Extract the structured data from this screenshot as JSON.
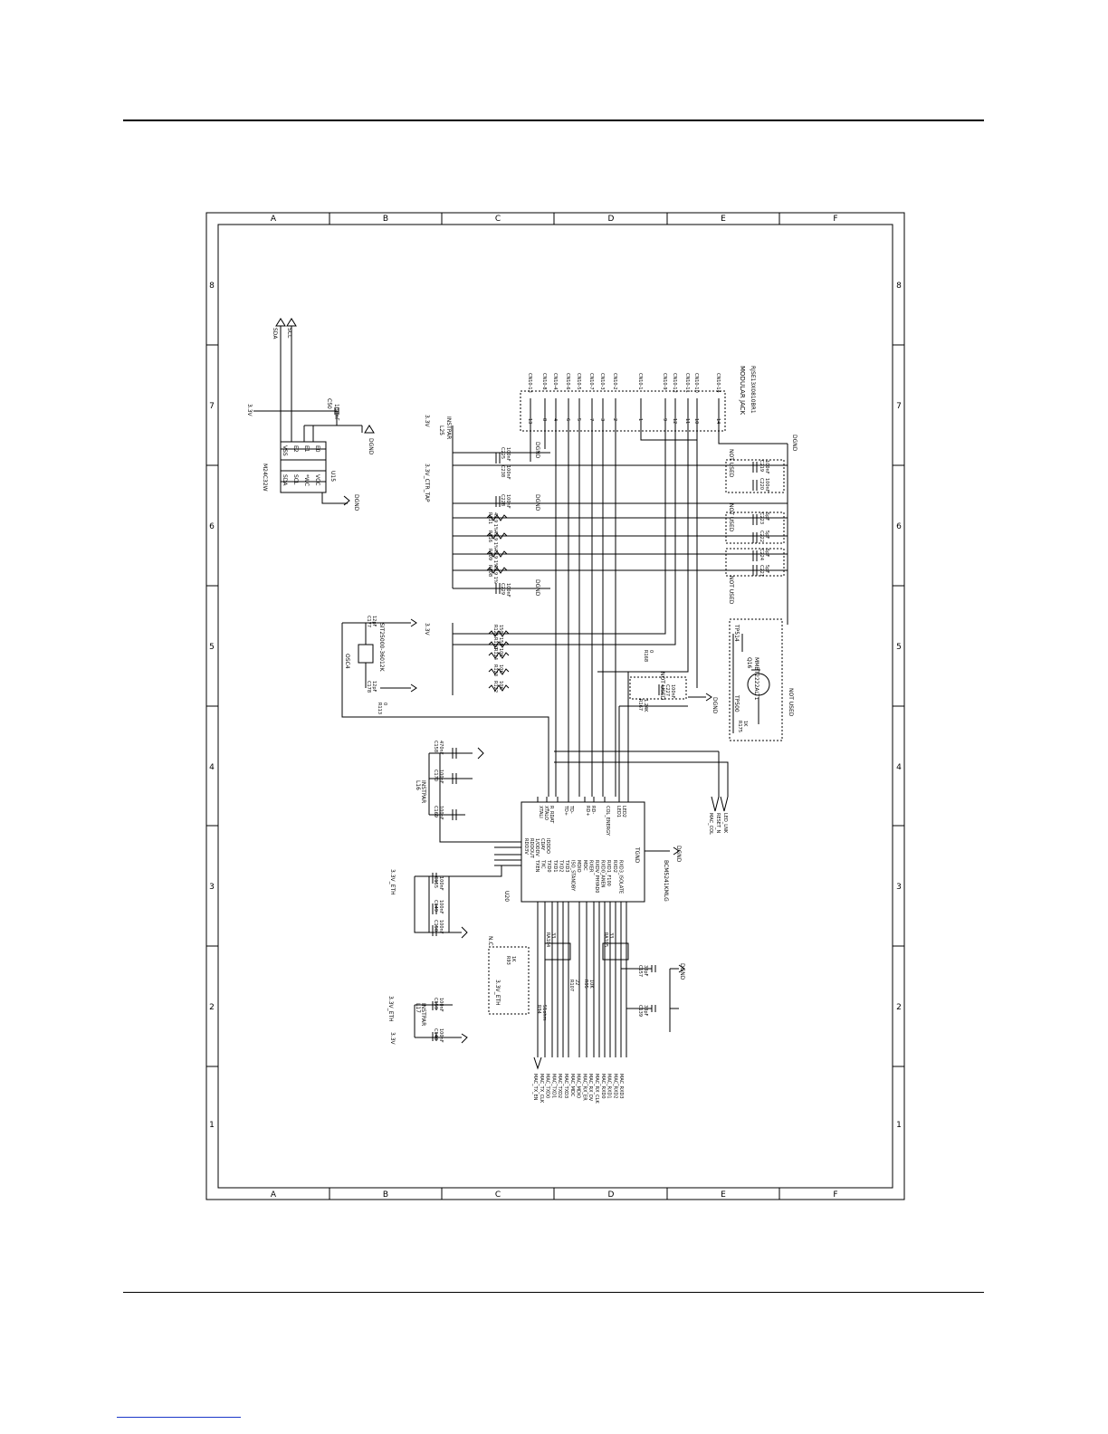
{
  "page": {
    "frame_cols": [
      "A",
      "B",
      "C",
      "D",
      "E",
      "F"
    ],
    "frame_rows": [
      "8",
      "7",
      "6",
      "5",
      "4",
      "3",
      "2",
      "1"
    ]
  },
  "chips": {
    "eeprom": {
      "ref": "U15",
      "part": "M24C32W",
      "pins": [
        {
          "num": "4",
          "name": "VSS"
        },
        {
          "num": "3",
          "name": "E2"
        },
        {
          "num": "2",
          "name": "E1"
        },
        {
          "num": "1",
          "name": "E0"
        },
        {
          "num": "5",
          "name": "SDA"
        },
        {
          "num": "6",
          "name": "SCL"
        },
        {
          "num": "7",
          "name": "*WC"
        },
        {
          "num": "8",
          "name": "VCC"
        }
      ],
      "nets": [
        "SDA",
        "SCL",
        "3.3V",
        "DGND",
        "DGND"
      ],
      "cap": {
        "ref": "C50",
        "value": "100nF"
      }
    },
    "phy": {
      "ref": "U20",
      "part": "BCM5241KMLG",
      "pins_top": [
        "XTALI",
        "XTALO",
        "R_RDAT",
        "TD+",
        "TD-",
        "RD+",
        "RD-",
        "COL_ENERGY",
        "LED1",
        "LED2"
      ],
      "pins_left": [
        "RDD3V",
        "RDDOUT",
        "1/ODDV",
        "CDAY",
        "IDDDO"
      ],
      "pins_bottom": [
        "TXEN",
        "TXC",
        "TXD0",
        "TXD1",
        "TXD2",
        "TXD3",
        "ISO_STANDBY",
        "MDIO",
        "MDC",
        "RXER",
        "RXDV_PHYAD0",
        "RXD0_ANEN",
        "RXD1_F100",
        "RXD2",
        "RXD3_ISOLATE"
      ],
      "gnd_pin": "TGND"
    },
    "jack": {
      "title": "MODULAR JACK",
      "part": "RJSE13X0810BR1",
      "pins": [
        "CN10-13",
        "CN10-8",
        "CN10-4",
        "CN10-6",
        "CN10-5",
        "CN10-7",
        "CN10-3",
        "CN10-2",
        "CN10-1",
        "CN10-9",
        "CN10-12",
        "CN10-11",
        "CN10-10",
        "CN10-14"
      ],
      "numbers": [
        "13",
        "8",
        "4",
        "6",
        "5",
        "7",
        "3",
        "2",
        "1",
        "9",
        "12",
        "11",
        "10",
        "14"
      ]
    }
  },
  "labels": {
    "v33": "3.3V",
    "v33_eth": "3.3V_ETH",
    "v33_ctr": "3.3V_CTR_TAP",
    "v33_x_eth": "3.3V_ETH",
    "dgnd": "DGND",
    "instpar": "INSTPAR",
    "not_used": "NOT USED",
    "nc": "N.C",
    "l25": "L25",
    "l16": "L16",
    "l17": "L17",
    "osc": "OSC4",
    "osc_part": "SIT25000-36012K",
    "q": "Q16",
    "q_part": "MMBT2222ALT1",
    "tp1": "TP514",
    "tp2": "TP500"
  },
  "passives": {
    "caps_left": [
      {
        "ref": "C225",
        "value": "100nF"
      },
      {
        "ref": "C238",
        "value": "100nF"
      },
      {
        "ref": "C228",
        "value": "100nF"
      },
      {
        "ref": "C229",
        "value": "100nF"
      }
    ],
    "term_res": [
      {
        "ref": "R111",
        "value": "49.9 1%"
      },
      {
        "ref": "R116",
        "value": "49.9 1%"
      },
      {
        "ref": "R109",
        "value": "49.9 1%"
      },
      {
        "ref": "R108",
        "value": "49.9 1%"
      }
    ],
    "caps_right": [
      {
        "ref": "C219",
        "value": "100nF"
      },
      {
        "ref": "C220",
        "value": "100nF"
      },
      {
        "ref": "C223",
        "value": "5pF"
      },
      {
        "ref": "C222",
        "value": "5pF"
      },
      {
        "ref": "C224",
        "value": "5pF"
      },
      {
        "ref": "C221",
        "value": "5pF"
      }
    ],
    "bias_res": [
      {
        "ref": "R121",
        "value": "150"
      },
      {
        "ref": "R120",
        "value": "150"
      },
      {
        "ref": "R124",
        "value": "10K"
      },
      {
        "ref": "R123",
        "value": "10K"
      },
      {
        "ref": "R122",
        "value": "10K"
      }
    ],
    "misc": [
      {
        "ref": "C177",
        "value": "12pF"
      },
      {
        "ref": "C178",
        "value": "12pF"
      },
      {
        "ref": "R113",
        "value": "0"
      },
      {
        "ref": "R168",
        "value": "0"
      },
      {
        "ref": "C227",
        "value": "100nF"
      },
      {
        "ref": "R167",
        "value": "1.24K"
      },
      {
        "ref": "R175",
        "value": "1K"
      }
    ],
    "supply_caps": [
      {
        "ref": "C158",
        "value": "470nF"
      },
      {
        "ref": "C170",
        "value": "100nF"
      },
      {
        "ref": "C169",
        "value": "100nF"
      },
      {
        "ref": "C155",
        "value": "100nF"
      },
      {
        "ref": "C149",
        "value": "100nF"
      },
      {
        "ref": "C150",
        "value": "100nF"
      },
      {
        "ref": "C159",
        "value": "100nF"
      },
      {
        "ref": "C148",
        "value": "100nF"
      }
    ],
    "bottom": [
      {
        "ref": "R93",
        "value": "1K"
      },
      {
        "ref": "R94",
        "value": "51ohm"
      },
      {
        "ref": "RA104",
        "value": "33"
      },
      {
        "ref": "RA105",
        "value": "33"
      },
      {
        "ref": "R107",
        "value": "22"
      },
      {
        "ref": "R95",
        "value": "10K"
      },
      {
        "ref": "C157",
        "value": "33pF"
      },
      {
        "ref": "C139",
        "value": "33pF"
      }
    ]
  },
  "mac_signals": [
    "MAC_TX_EN",
    "MAC_TX_CLK",
    "MAC_TXD0",
    "MAC_TXD1",
    "MAC_TXD2",
    "MAC_TXD3",
    "MAC_MDC",
    "MAC_MDIO",
    "MAC_RX_ER",
    "MAC_RX_DV",
    "MAC_RX_CLK",
    "MAC_RXD0",
    "MAC_RXD1",
    "MAC_RXD2",
    "MAC_RXD3"
  ],
  "mac_misc": [
    "MAC_COL",
    "RESET_N",
    "LED_LNK"
  ]
}
